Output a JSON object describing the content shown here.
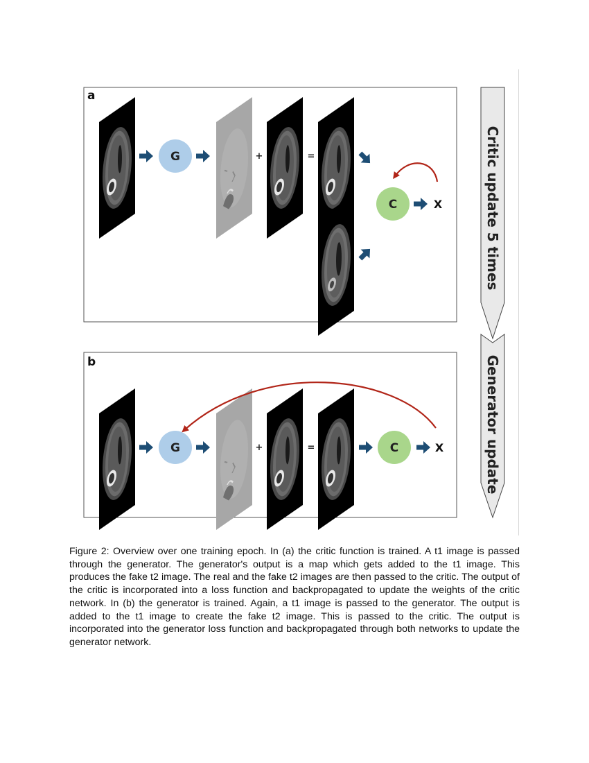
{
  "figure": {
    "panel_a": {
      "letter": "a",
      "generator": "G",
      "critic": "C",
      "plus": "+",
      "equals": "=",
      "output": "X"
    },
    "panel_b": {
      "letter": "b",
      "generator": "G",
      "critic": "C",
      "plus": "+",
      "equals": "=",
      "output": "X"
    },
    "side_labels": {
      "critic_update": "Critic update 5 times",
      "generator_update": "Generator update"
    },
    "colors": {
      "generator_node": "#aecde9",
      "critic_node": "#a9d68b",
      "flow_arrow": "#1d4d74",
      "feedback_arrow": "#b12518",
      "chevron_fill": "#e9e9e9"
    }
  },
  "caption": "Figure 2: Overview over one training epoch. In (a) the critic function is trained. A t1 image is passed through the generator. The generator's output is a map which gets added to the t1 image. This produces the fake t2 image. The real and the fake t2 images are then passed to the critic. The output of the critic is incorporated into a loss function and backpropagated to update the weights of the critic network. In (b) the generator is trained. Again, a t1 image is passed to the generator. The output is added to the t1 image to create the fake t2 image. This is passed to the critic. The output is incorporated into the generator loss function and backpropagated through both networks to update the generator network."
}
